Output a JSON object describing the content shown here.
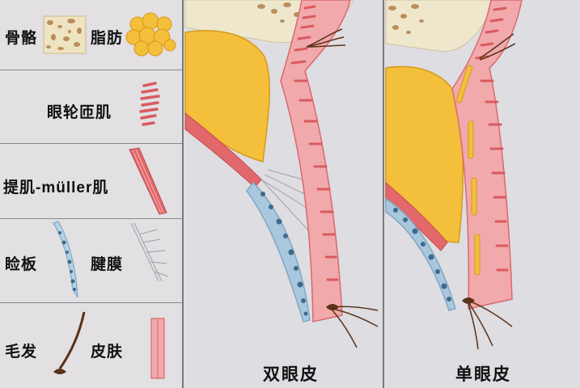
{
  "legend": {
    "bone": "骨骼",
    "fat": "脂肪",
    "orbicularis": "眼轮匝肌",
    "levator": "提肌-müller肌",
    "tarsus": "睑板",
    "aponeurosis": "腱膜",
    "hair": "毛发",
    "skin": "皮肤"
  },
  "captions": {
    "double": "双眼皮",
    "single": "单眼皮"
  },
  "colors": {
    "skin": "#f1a9ab",
    "skin_edge": "#d9696f",
    "muscle": "#d95a5e",
    "fat": "#f4bf3a",
    "bone": "#efe7cc",
    "tarsus": "#a9c8de",
    "hair": "#5a3217"
  }
}
